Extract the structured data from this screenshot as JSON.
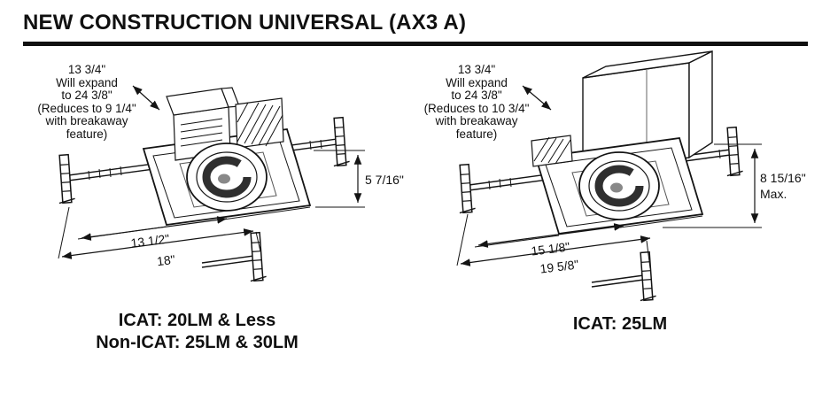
{
  "title": "NEW CONSTRUCTION UNIVERSAL (AX3 A)",
  "colors": {
    "ink": "#141414",
    "background": "#ffffff"
  },
  "figures": [
    {
      "name": "icat-20lm-and-less",
      "note": {
        "lines": [
          "13 3/4\"",
          "Will expand",
          "to 24 3/8\"",
          "(Reduces to 9 1/4\"",
          "with breakaway",
          "feature)"
        ]
      },
      "dims": {
        "height": "5 7/16\"",
        "inner_width": "13 1/2\"",
        "outer_width": "18\""
      },
      "caption": [
        "ICAT: 20LM & Less",
        "Non-ICAT: 25LM & 30LM"
      ]
    },
    {
      "name": "icat-25lm",
      "note": {
        "lines": [
          "13 3/4\"",
          "Will expand",
          "to 24 3/8\"",
          "(Reduces to 10 3/4\"",
          "with breakaway",
          "feature)"
        ]
      },
      "dims": {
        "height": "8 15/16\"",
        "height_suffix": "Max.",
        "inner_width": "15 1/8\"",
        "outer_width": "19 5/8\""
      },
      "caption": [
        "ICAT: 25LM"
      ]
    }
  ]
}
